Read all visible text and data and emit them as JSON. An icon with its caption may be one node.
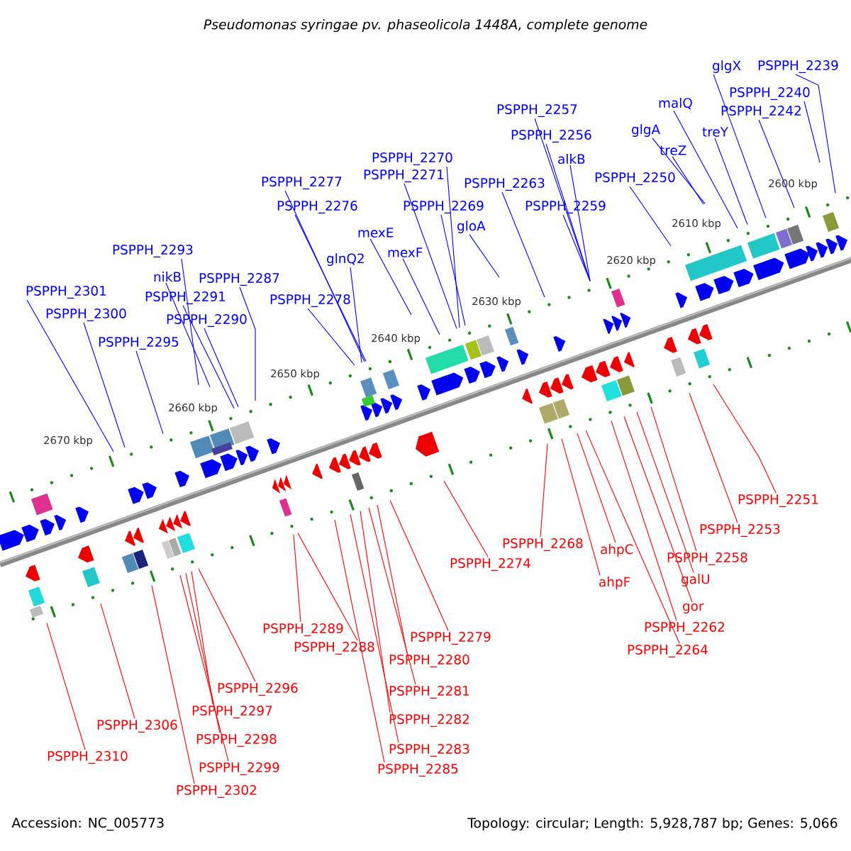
{
  "diagram": {
    "title": "Pseudomonas syringae pv. phaseolicola 1448A, complete genome",
    "nodes": [
      {
        "text": [
          "PSPPH_2301"
        ]
      },
      {
        "text": [
          "PSPPH_2300"
        ]
      },
      {
        "text": [
          "PSPPH_2295"
        ]
      },
      {
        "text": [
          "PSPPH_2293"
        ]
      },
      {
        "text": [
          "nikB"
        ]
      },
      {
        "text": [
          "PSPPH_2291"
        ]
      },
      {
        "text": [
          "PSPPH_2290"
        ]
      },
      {
        "text": [
          "PSPPH_2287"
        ]
      },
      {
        "text": [
          "PSPPH_2278"
        ]
      },
      {
        "text": [
          "PSPPH_2277"
        ]
      },
      {
        "text": [
          "PSPPH_2276"
        ]
      },
      {
        "text": [
          "glnQ2"
        ]
      },
      {
        "text": [
          "mexE"
        ]
      },
      {
        "text": [
          "mexF"
        ]
      },
      {
        "text": [
          "PSPPH_2270"
        ]
      },
      {
        "text": [
          "PSPPH_2271"
        ]
      },
      {
        "text": [
          "PSPPH_2269"
        ]
      },
      {
        "text": [
          "gloA"
        ]
      },
      {
        "text": [
          "PSPPH_2263"
        ]
      },
      {
        "text": [
          "PSPPH_2259"
        ]
      },
      {
        "text": [
          "PSPPH_2257"
        ]
      },
      {
        "text": [
          "PSPPH_2256"
        ]
      },
      {
        "text": [
          "alkB"
        ]
      },
      {
        "text": [
          "PSPPH_2250"
        ]
      },
      {
        "text": [
          "glgA"
        ]
      },
      {
        "text": [
          "treZ"
        ]
      },
      {
        "text": [
          "malQ"
        ]
      },
      {
        "text": [
          "treY"
        ]
      },
      {
        "text": [
          "glgX"
        ]
      },
      {
        "text": [
          "PSPPH_2239"
        ]
      },
      {
        "text": [
          "PSPPH_2240"
        ]
      },
      {
        "text": [
          "PSPPH_2242"
        ]
      },
      {
        "text": [
          "PSPPH_2251"
        ]
      },
      {
        "text": [
          "PSPPH_2253"
        ]
      },
      {
        "text": [
          "PSPPH_2258"
        ]
      },
      {
        "text": [
          "galU"
        ]
      },
      {
        "text": [
          "gor"
        ]
      },
      {
        "text": [
          "PSPPH_2262"
        ]
      },
      {
        "text": [
          "PSPPH_2264"
        ]
      },
      {
        "text": [
          "ahpC"
        ]
      },
      {
        "text": [
          "ahpF"
        ]
      },
      {
        "text": [
          "PSPPH_2268"
        ]
      },
      {
        "text": [
          "PSPPH_2274"
        ]
      },
      {
        "text": [
          "PSPPH_2279"
        ]
      },
      {
        "text": [
          "PSPPH_2280"
        ]
      },
      {
        "text": [
          "PSPPH_2281"
        ]
      },
      {
        "text": [
          "PSPPH_2282"
        ]
      },
      {
        "text": [
          "PSPPH_2283"
        ]
      },
      {
        "text": [
          "PSPPH_2285"
        ]
      },
      {
        "text": [
          "PSPPH_2289"
        ]
      },
      {
        "text": [
          "PSPPH_2288"
        ]
      },
      {
        "text": [
          "PSPPH_2296"
        ]
      },
      {
        "text": [
          "PSPPH_2297"
        ]
      },
      {
        "text": [
          "PSPPH_2298"
        ]
      },
      {
        "text": [
          "PSPPH_2299"
        ]
      },
      {
        "text": [
          "PSPPH_2302"
        ]
      },
      {
        "text": [
          "PSPPH_2306"
        ]
      },
      {
        "text": [
          "PSPPH_2310"
        ]
      }
    ],
    "edges": [
      {
        "from": 0,
        "to": null,
        "arrow": "none"
      },
      {
        "from": 1,
        "to": null,
        "arrow": "none"
      },
      {
        "from": 2,
        "to": null,
        "arrow": "none"
      },
      {
        "from": 3,
        "to": null,
        "arrow": "none"
      },
      {
        "from": 4,
        "to": null,
        "arrow": "none"
      },
      {
        "from": 5,
        "to": null,
        "arrow": "none"
      },
      {
        "from": 6,
        "to": null,
        "arrow": "none"
      },
      {
        "from": 7,
        "to": null,
        "arrow": "none"
      },
      {
        "from": 8,
        "to": null,
        "arrow": "none"
      },
      {
        "from": 9,
        "to": null,
        "arrow": "none"
      },
      {
        "from": 10,
        "to": null,
        "arrow": "none"
      },
      {
        "from": 11,
        "to": null,
        "arrow": "none"
      },
      {
        "from": 12,
        "to": null,
        "arrow": "none"
      },
      {
        "from": 13,
        "to": null,
        "arrow": "none"
      },
      {
        "from": 14,
        "to": null,
        "arrow": "none"
      },
      {
        "from": 15,
        "to": null,
        "arrow": "none"
      },
      {
        "from": 16,
        "to": null,
        "arrow": "none"
      },
      {
        "from": 17,
        "to": null,
        "arrow": "none"
      },
      {
        "from": 18,
        "to": null,
        "arrow": "none"
      },
      {
        "from": 19,
        "to": null,
        "arrow": "none"
      },
      {
        "from": 20,
        "to": null,
        "arrow": "none"
      },
      {
        "from": 21,
        "to": null,
        "arrow": "none"
      },
      {
        "from": 22,
        "to": null,
        "arrow": "none"
      },
      {
        "from": 23,
        "to": null,
        "arrow": "none"
      },
      {
        "from": 24,
        "to": null,
        "arrow": "none"
      },
      {
        "from": 25,
        "to": null,
        "arrow": "none"
      },
      {
        "from": 26,
        "to": null,
        "arrow": "none"
      },
      {
        "from": 27,
        "to": null,
        "arrow": "none"
      },
      {
        "from": 28,
        "to": null,
        "arrow": "none"
      },
      {
        "from": 29,
        "to": null,
        "arrow": "none"
      },
      {
        "from": 30,
        "to": null,
        "arrow": "none"
      },
      {
        "from": 31,
        "to": null,
        "arrow": "none"
      },
      {
        "from": 32,
        "to": null,
        "arrow": "none",
        "color": "#ff0000"
      },
      {
        "from": 33,
        "to": null,
        "arrow": "none",
        "color": "#ff0000"
      },
      {
        "from": 34,
        "to": null,
        "arrow": "none",
        "color": "#ff0000"
      },
      {
        "from": 35,
        "to": null,
        "arrow": "none",
        "color": "#ff0000"
      },
      {
        "from": 36,
        "to": null,
        "arrow": "none",
        "color": "#ff0000"
      },
      {
        "from": 37,
        "to": null,
        "arrow": "none",
        "color": "#ff0000"
      },
      {
        "from": 38,
        "to": null,
        "arrow": "none",
        "color": "#ff0000"
      },
      {
        "from": 39,
        "to": null,
        "arrow": "none",
        "color": "#ff0000"
      },
      {
        "from": 40,
        "to": null,
        "arrow": "none",
        "color": "#ff0000"
      },
      {
        "from": 41,
        "to": null,
        "arrow": "none",
        "color": "#ff0000"
      },
      {
        "from": 42,
        "to": null,
        "arrow": "none",
        "color": "#ff0000"
      },
      {
        "from": 43,
        "to": null,
        "arrow": "none",
        "color": "#ff0000"
      },
      {
        "from": 44,
        "to": null,
        "arrow": "none",
        "color": "#ff0000"
      },
      {
        "from": 45,
        "to": null,
        "arrow": "none",
        "color": "#ff0000"
      },
      {
        "from": 46,
        "to": null,
        "arrow": "none",
        "color": "#ff0000"
      },
      {
        "from": 47,
        "to": null,
        "arrow": "none",
        "color": "#ff0000"
      },
      {
        "from": 48,
        "to": null,
        "arrow": "none",
        "color": "#ff0000"
      },
      {
        "from": 49,
        "to": null,
        "arrow": "none",
        "color": "#ff0000"
      },
      {
        "from": 50,
        "to": null,
        "arrow": "none",
        "color": "#ff0000"
      },
      {
        "from": 51,
        "to": null,
        "arrow": "none",
        "color": "#ff0000"
      },
      {
        "from": 52,
        "to": null,
        "arrow": "none",
        "color": "#ff0000"
      },
      {
        "from": 53,
        "to": null,
        "arrow": "none",
        "color": "#ff0000"
      },
      {
        "from": 54,
        "to": null,
        "arrow": "none",
        "color": "#ff0000"
      },
      {
        "from": 55,
        "to": null,
        "arrow": "none",
        "color": "#ff0000"
      },
      {
        "from": 56,
        "to": null,
        "arrow": "none",
        "color": "#ff0000"
      },
      {
        "from": 57,
        "to": null,
        "arrow": "none",
        "color": "#ff0000"
      }
    ],
    "labels": [
      "2600 kbp",
      "2610 kbp",
      "2620 kbp",
      "2630 kbp",
      "2640 kbp",
      "2650 kbp",
      "2660 kbp",
      "2670 kbp",
      "Accession: NC_005773",
      "Topology: circular; Length: 5,928,787 bp; Genes: 5,066"
    ]
  }
}
